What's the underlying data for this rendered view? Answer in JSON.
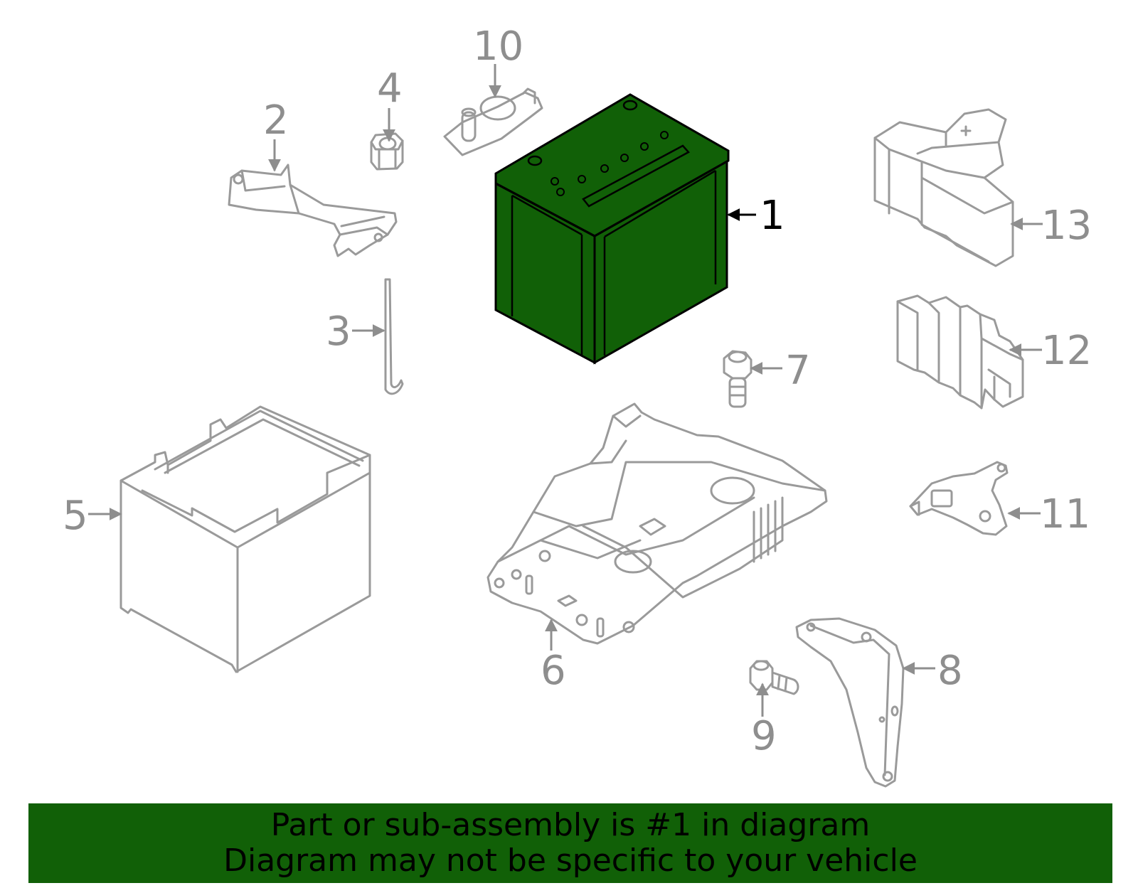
{
  "colors": {
    "highlight": "#116007",
    "part_line": "#9a9a9a",
    "callout_gray": "#8e8e8e",
    "callout_active": "#000000",
    "banner": "#116007"
  },
  "callouts": {
    "c1": "1",
    "c2": "2",
    "c3": "3",
    "c4": "4",
    "c5": "5",
    "c6": "6",
    "c7": "7",
    "c8": "8",
    "c9": "9",
    "c10": "10",
    "c11": "11",
    "c12": "12",
    "c13": "13"
  },
  "footer": {
    "line1": "Part or sub-assembly is #1 in diagram",
    "line2": "Diagram may not be specific to your vehicle"
  }
}
